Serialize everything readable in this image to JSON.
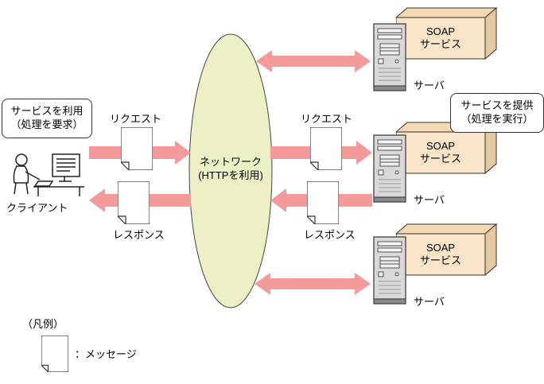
{
  "colors": {
    "arrow": "#f49a9a",
    "network_fill": "#edefc5",
    "network_stroke": "#444444",
    "service_front": "#f8e4c8",
    "service_top": "#f3d9b4",
    "service_side": "#e6c8a0",
    "doc_fill": "#ffffff",
    "server_body": "#d9d9d9"
  },
  "client": {
    "caption": "クライアント",
    "role_line1": "サービスを利用",
    "role_line2": "（処理を要求）"
  },
  "provider": {
    "role_line1": "サービスを提供",
    "role_line2": "（処理を実行）"
  },
  "network": {
    "line1": "ネットワーク",
    "line2": "(HTTPを利用)"
  },
  "messages": {
    "request_left": "リクエスト",
    "response_left": "レスポンス",
    "request_right": "リクエスト",
    "response_right": "レスポンス"
  },
  "servers": [
    {
      "caption": "サーバ",
      "service_line1": "SOAP",
      "service_line2": "サービス"
    },
    {
      "caption": "サーバ",
      "service_line1": "SOAP",
      "service_line2": "サービス"
    },
    {
      "caption": "サーバ",
      "service_line1": "SOAP",
      "service_line2": "サービス"
    }
  ],
  "legend": {
    "title": "（凡例）",
    "item": "：メッセージ"
  }
}
